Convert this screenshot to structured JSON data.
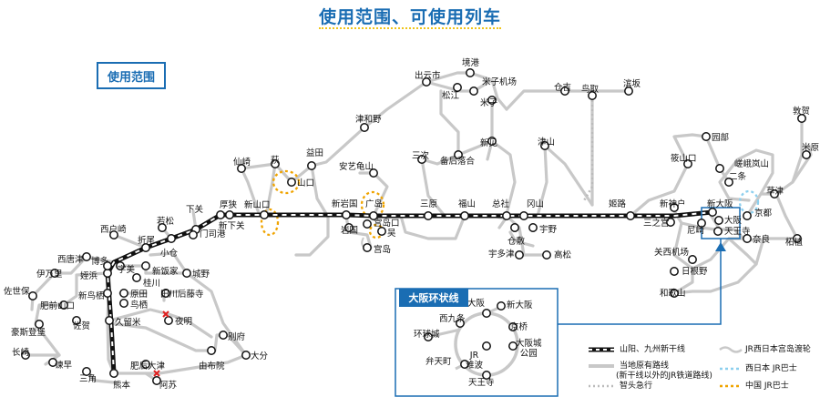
{
  "title": "使用范围、可使用列车",
  "scope_badge": "使用范围",
  "osaka_loop_title": "大阪环状线",
  "colors": {
    "accent": "#1a6db3",
    "line_existing": "#c8c8c8",
    "bus_orange": "#f0a400",
    "bus_blue": "#8ccfee",
    "limited_express": "#bbbbbb"
  },
  "legend": {
    "shinkansen": "山阳、九州新干线",
    "existing_line": "当地原有路线",
    "existing_line_sub": "(新干线以外的JR铁道路线)",
    "limited_express": "智头急行",
    "miyajima_ferry": "JR西日本宫岛渡轮",
    "jr_west_bus": "西日本 JR巴士",
    "chugoku_bus": "中国 JR巴士"
  },
  "stations": {
    "hakata": "博多",
    "kokura": "小仓",
    "shimonoseki": "下关",
    "shinshimonoseki": "新下关",
    "mojiko": "门司港",
    "wakamatsu": "若松",
    "orio": "折尾",
    "nishitozaki": "西户崎",
    "nishikaratsu": "西唐津",
    "meinohama": "姪浜",
    "imari": "伊万里",
    "sasebo": "佐世保",
    "hizenyamaguchi": "肥前山口",
    "shintosu": "新鸟栖",
    "saga": "佐贺",
    "haiki": "豪斯登堡",
    "nagasaki": "长崎",
    "isahaya": "谏早",
    "misumi": "三角",
    "kumamoto": "熊本",
    "higoozu": "肥后大津",
    "aso": "阿苏",
    "umi": "宇美",
    "shinbaru": "新饭家",
    "katsuno": "桂川",
    "harada": "原田",
    "tosu": "鸟栖",
    "kurume": "久留米",
    "tagawagotoji": "田川后藤寺",
    "joya": "城野",
    "yoake": "夜明",
    "beppu": "别府",
    "oita": "大分",
    "yufuin": "由布院",
    "asa": "厚狭",
    "shinyamaguchi": "新山口",
    "senzaki": "仙崎",
    "hagi": "萩",
    "yamaguchi": "山口",
    "masuda": "益田",
    "shiniwakuni": "新岩国",
    "iwakuni": "岩国",
    "akiyamaguchi": "安艺龟山",
    "hiroshima": "广岛",
    "miyajimaguchi": "宫岛口",
    "kure": "吴",
    "miyajima": "宫岛",
    "mihara": "三原",
    "fukuyama": "福山",
    "miyoshi": "三次",
    "gonoukawa": "备后落合",
    "sojya": "总社",
    "okayama": "冈山",
    "kurashiki": "仓敷",
    "uno": "宇野",
    "niimi": "新见",
    "tsuyama": "津山",
    "utazu": "宇多津",
    "takamatsu": "高松",
    "yonago": "米子",
    "yonagokuko": "米子机场",
    "sakaiminato": "境港",
    "matsue": "松江",
    "izumoshi": "出云市",
    "kurayoshi": "仓吉",
    "tottori": "鸟取",
    "hamasaka": "滨坂",
    "tsuwano": "津和野",
    "himeji": "姬路",
    "shinkobe": "新神户",
    "sannomiya": "三之宫",
    "amagasaki": "尼崎",
    "shinosaka": "新大阪",
    "osaka": "大阪",
    "tennoji": "天王寺",
    "kyoto": "京都",
    "nara": "奈良",
    "kansaikuko": "关西机场",
    "hineno": "日根野",
    "wakayama": "和歌山",
    "sasayamaguchi": "筱山口",
    "sonobe": "园部",
    "nijo": "二条",
    "sagaarashiyama": "嵯峨岚山",
    "kusatsu": "草津",
    "tsuge": "柘植",
    "tsuruga": "敦贺",
    "maibara": "米原"
  },
  "loop": {
    "osaka": "大阪",
    "shinosaka": "新大阪",
    "nishikujo": "西九条",
    "kyobashi": "京桥",
    "universal": "环球城",
    "jrnanba": "JR\n难波",
    "osakajo": "大阪城\n公园",
    "bentencho": "弁天町",
    "tennoji": "天王寺"
  }
}
